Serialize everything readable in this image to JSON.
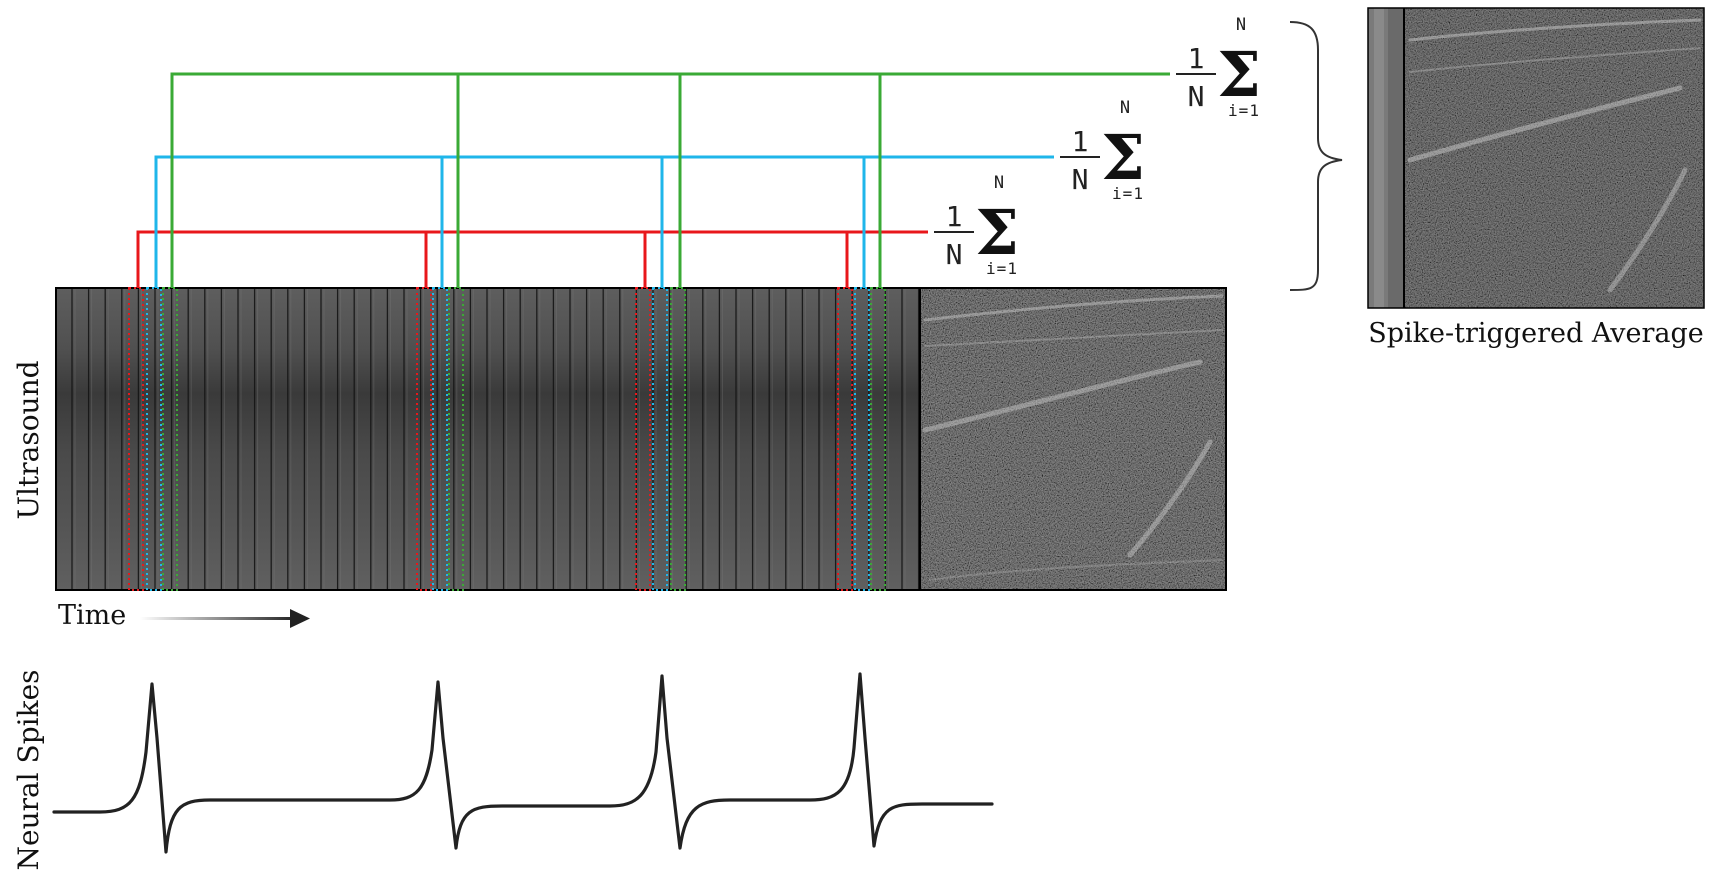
{
  "labels": {
    "ultrasound": "Ultrasound",
    "time": "Time",
    "neural_spikes": "Neural Spikes",
    "sta": "Spike-triggered Average"
  },
  "formula": {
    "numerator": "1",
    "denominator": "N",
    "sum_symbol": "Σ",
    "upper": "N",
    "lower": "i=1"
  },
  "colors": {
    "red": "#e8171b",
    "blue": "#1fb6ea",
    "green": "#3aaa35",
    "trace": "#222222"
  },
  "spike_count": 4
}
